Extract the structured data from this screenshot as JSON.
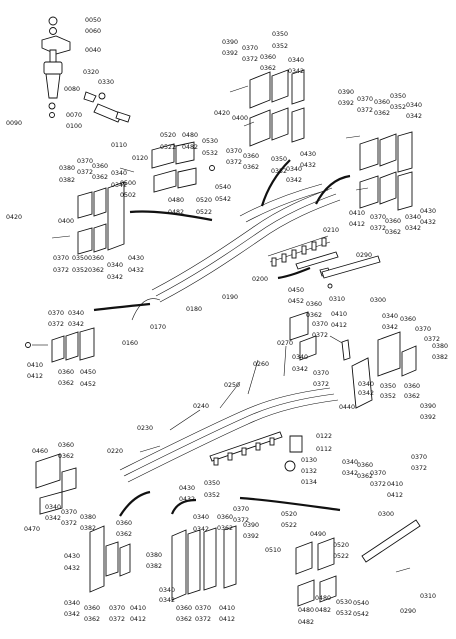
{
  "diagram": {
    "background": "#ffffff",
    "ink": "#111111",
    "labels": [
      {
        "id": "0050",
        "text": "0050"
      },
      {
        "id": "0060",
        "text": "0060"
      },
      {
        "id": "0040",
        "text": "0040"
      },
      {
        "id": "0320",
        "text": "0320"
      },
      {
        "id": "0330",
        "text": "0330"
      },
      {
        "id": "0080",
        "text": "0080"
      },
      {
        "id": "0090",
        "text": "0090"
      },
      {
        "id": "0070",
        "text": "0070"
      },
      {
        "id": "0100",
        "text": "0100"
      },
      {
        "id": "0110",
        "text": "0110"
      },
      {
        "id": "0120",
        "text": "0120"
      },
      {
        "id": "0390a",
        "text": "0390"
      },
      {
        "id": "0392a",
        "text": "0392"
      },
      {
        "id": "0370a",
        "text": "0370"
      },
      {
        "id": "0372a",
        "text": "0372"
      },
      {
        "id": "0350a",
        "text": "0350"
      },
      {
        "id": "0352a",
        "text": "0352"
      },
      {
        "id": "0360a",
        "text": "0360"
      },
      {
        "id": "0362a",
        "text": "0362"
      },
      {
        "id": "0340a",
        "text": "0340"
      },
      {
        "id": "0342a",
        "text": "0342"
      },
      {
        "id": "0420a",
        "text": "0420"
      },
      {
        "id": "0400a",
        "text": "0400"
      },
      {
        "id": "0370b",
        "text": "0370"
      },
      {
        "id": "0372b",
        "text": "0372"
      },
      {
        "id": "0360b",
        "text": "0360"
      },
      {
        "id": "0362b",
        "text": "0362"
      },
      {
        "id": "0350b",
        "text": "0350"
      },
      {
        "id": "0352b",
        "text": "0352"
      },
      {
        "id": "0340b",
        "text": "0340"
      },
      {
        "id": "0342b",
        "text": "0342"
      },
      {
        "id": "0430a",
        "text": "0430"
      },
      {
        "id": "0432a",
        "text": "0432"
      },
      {
        "id": "0390b",
        "text": "0390"
      },
      {
        "id": "0392b",
        "text": "0392"
      },
      {
        "id": "0370c",
        "text": "0370"
      },
      {
        "id": "0372c",
        "text": "0372"
      },
      {
        "id": "0360c",
        "text": "0360"
      },
      {
        "id": "0362c",
        "text": "0362"
      },
      {
        "id": "0350c",
        "text": "0350"
      },
      {
        "id": "0352c",
        "text": "0352"
      },
      {
        "id": "0340c",
        "text": "0340"
      },
      {
        "id": "0342c",
        "text": "0342"
      },
      {
        "id": "0410a",
        "text": "0410"
      },
      {
        "id": "0412a",
        "text": "0412"
      },
      {
        "id": "0370d",
        "text": "0370"
      },
      {
        "id": "0372d",
        "text": "0372"
      },
      {
        "id": "0360d",
        "text": "0360"
      },
      {
        "id": "0362d",
        "text": "0362"
      },
      {
        "id": "0340d",
        "text": "0340"
      },
      {
        "id": "0342d",
        "text": "0342"
      },
      {
        "id": "0430b",
        "text": "0430"
      },
      {
        "id": "0432b",
        "text": "0432"
      },
      {
        "id": "0520a",
        "text": "0520"
      },
      {
        "id": "0522a",
        "text": "0522"
      },
      {
        "id": "0480a",
        "text": "0480"
      },
      {
        "id": "0482a",
        "text": "0482"
      },
      {
        "id": "0530a",
        "text": "0530"
      },
      {
        "id": "0532a",
        "text": "0532"
      },
      {
        "id": "0500",
        "text": "0500"
      },
      {
        "id": "0502",
        "text": "0502"
      },
      {
        "id": "0540a",
        "text": "0540"
      },
      {
        "id": "0542a",
        "text": "0542"
      },
      {
        "id": "0480b",
        "text": "0480"
      },
      {
        "id": "0482b",
        "text": "0482"
      },
      {
        "id": "0520b",
        "text": "0520"
      },
      {
        "id": "0522b",
        "text": "0522"
      },
      {
        "id": "0380a",
        "text": "0380"
      },
      {
        "id": "0382a",
        "text": "0382"
      },
      {
        "id": "0370e",
        "text": "0370"
      },
      {
        "id": "0372e",
        "text": "0372"
      },
      {
        "id": "0360e",
        "text": "0360"
      },
      {
        "id": "0362e",
        "text": "0362"
      },
      {
        "id": "0340e",
        "text": "0340"
      },
      {
        "id": "0342e",
        "text": "0342"
      },
      {
        "id": "0420b",
        "text": "0420"
      },
      {
        "id": "0400b",
        "text": "0400"
      },
      {
        "id": "0370f",
        "text": "0370"
      },
      {
        "id": "0372f",
        "text": "0372"
      },
      {
        "id": "0350d",
        "text": "0350"
      },
      {
        "id": "0352d",
        "text": "0352"
      },
      {
        "id": "0360f",
        "text": "0360"
      },
      {
        "id": "0362f",
        "text": "0362"
      },
      {
        "id": "0340f",
        "text": "0340"
      },
      {
        "id": "0342f",
        "text": "0342"
      },
      {
        "id": "0430c",
        "text": "0430"
      },
      {
        "id": "0432c",
        "text": "0432"
      },
      {
        "id": "0210",
        "text": "0210"
      },
      {
        "id": "0200",
        "text": "0200"
      },
      {
        "id": "0290a",
        "text": "0290"
      },
      {
        "id": "0310a",
        "text": "0310"
      },
      {
        "id": "0300a",
        "text": "0300"
      },
      {
        "id": "0190",
        "text": "0190"
      },
      {
        "id": "0180",
        "text": "0180"
      },
      {
        "id": "0170",
        "text": "0170"
      },
      {
        "id": "0160",
        "text": "0160"
      },
      {
        "id": "0370g",
        "text": "0370"
      },
      {
        "id": "0372g",
        "text": "0372"
      },
      {
        "id": "0340g",
        "text": "0340"
      },
      {
        "id": "0342g",
        "text": "0342"
      },
      {
        "id": "0410b",
        "text": "0410"
      },
      {
        "id": "0412b",
        "text": "0412"
      },
      {
        "id": "0360g",
        "text": "0360"
      },
      {
        "id": "0362g",
        "text": "0362"
      },
      {
        "id": "0450a",
        "text": "0450"
      },
      {
        "id": "0452a",
        "text": "0452"
      },
      {
        "id": "0450b",
        "text": "0450"
      },
      {
        "id": "0452b",
        "text": "0452"
      },
      {
        "id": "0360h",
        "text": "0360"
      },
      {
        "id": "0362h",
        "text": "0362"
      },
      {
        "id": "0370h",
        "text": "0370"
      },
      {
        "id": "0372h",
        "text": "0372"
      },
      {
        "id": "0410c",
        "text": "0410"
      },
      {
        "id": "0412c",
        "text": "0412"
      },
      {
        "id": "0340h",
        "text": "0340"
      },
      {
        "id": "0342h",
        "text": "0342"
      },
      {
        "id": "0370i",
        "text": "0370"
      },
      {
        "id": "0372i",
        "text": "0372"
      },
      {
        "id": "0270",
        "text": "0270"
      },
      {
        "id": "0260",
        "text": "0260"
      },
      {
        "id": "0250",
        "text": "0250"
      },
      {
        "id": "0240",
        "text": "0240"
      },
      {
        "id": "0230",
        "text": "0230"
      },
      {
        "id": "0220",
        "text": "0220"
      },
      {
        "id": "0340i",
        "text": "0340"
      },
      {
        "id": "0342i",
        "text": "0342"
      },
      {
        "id": "0360i",
        "text": "0360"
      },
      {
        "id": "0370j",
        "text": "0370"
      },
      {
        "id": "0372j",
        "text": "0372"
      },
      {
        "id": "0380b",
        "text": "0380"
      },
      {
        "id": "0382b",
        "text": "0382"
      },
      {
        "id": "0440",
        "text": "0440"
      },
      {
        "id": "0340j",
        "text": "0340"
      },
      {
        "id": "0342j",
        "text": "0342"
      },
      {
        "id": "0350e",
        "text": "0350"
      },
      {
        "id": "0352e",
        "text": "0352"
      },
      {
        "id": "0360j",
        "text": "0360"
      },
      {
        "id": "0362j",
        "text": "0362"
      },
      {
        "id": "0390c",
        "text": "0390"
      },
      {
        "id": "0392c",
        "text": "0392"
      },
      {
        "id": "0340k",
        "text": "0340"
      },
      {
        "id": "0342k",
        "text": "0342"
      },
      {
        "id": "0360k",
        "text": "0360"
      },
      {
        "id": "0362k",
        "text": "0362"
      },
      {
        "id": "0370k",
        "text": "0370"
      },
      {
        "id": "0372k",
        "text": "0372"
      },
      {
        "id": "0410d",
        "text": "0410"
      },
      {
        "id": "0412d",
        "text": "0412"
      },
      {
        "id": "0370l",
        "text": "0370"
      },
      {
        "id": "0372l",
        "text": "0372"
      },
      {
        "id": "0122",
        "text": "0122"
      },
      {
        "id": "0112",
        "text": "0112"
      },
      {
        "id": "0130",
        "text": "0130"
      },
      {
        "id": "0132",
        "text": "0132"
      },
      {
        "id": "0134",
        "text": "0134"
      },
      {
        "id": "0460",
        "text": "0460"
      },
      {
        "id": "0360l",
        "text": "0360"
      },
      {
        "id": "0362l",
        "text": "0362"
      },
      {
        "id": "0470",
        "text": "0470"
      },
      {
        "id": "0340l",
        "text": "0340"
      },
      {
        "id": "0342l",
        "text": "0342"
      },
      {
        "id": "0370m",
        "text": "0370"
      },
      {
        "id": "0372m",
        "text": "0372"
      },
      {
        "id": "0380c",
        "text": "0380"
      },
      {
        "id": "0382c",
        "text": "0382"
      },
      {
        "id": "0360m",
        "text": "0360"
      },
      {
        "id": "0362m",
        "text": "0362"
      },
      {
        "id": "0430d",
        "text": "0430"
      },
      {
        "id": "0432d",
        "text": "0432"
      },
      {
        "id": "0350f",
        "text": "0350"
      },
      {
        "id": "0352f",
        "text": "0352"
      },
      {
        "id": "0340m",
        "text": "0340"
      },
      {
        "id": "0342m",
        "text": "0342"
      },
      {
        "id": "0360n",
        "text": "0360"
      },
      {
        "id": "0362n",
        "text": "0362"
      },
      {
        "id": "0370n",
        "text": "0370"
      },
      {
        "id": "0372n",
        "text": "0372"
      },
      {
        "id": "0390d",
        "text": "0390"
      },
      {
        "id": "0392d",
        "text": "0392"
      },
      {
        "id": "0430e",
        "text": "0430"
      },
      {
        "id": "0432e",
        "text": "0432"
      },
      {
        "id": "0340n",
        "text": "0340"
      },
      {
        "id": "0342n",
        "text": "0342"
      },
      {
        "id": "0360o",
        "text": "0360"
      },
      {
        "id": "0362o",
        "text": "0362"
      },
      {
        "id": "0370o",
        "text": "0370"
      },
      {
        "id": "0372o",
        "text": "0372"
      },
      {
        "id": "0380d",
        "text": "0380"
      },
      {
        "id": "0382d",
        "text": "0382"
      },
      {
        "id": "0340o",
        "text": "0340"
      },
      {
        "id": "0342o",
        "text": "0342"
      },
      {
        "id": "0410e",
        "text": "0410"
      },
      {
        "id": "0412e",
        "text": "0412"
      },
      {
        "id": "0360p",
        "text": "0360"
      },
      {
        "id": "0362p",
        "text": "0362"
      },
      {
        "id": "0370p",
        "text": "0370"
      },
      {
        "id": "0372p",
        "text": "0372"
      },
      {
        "id": "0410f",
        "text": "0410"
      },
      {
        "id": "0412f",
        "text": "0412"
      },
      {
        "id": "0520c",
        "text": "0520"
      },
      {
        "id": "0522c",
        "text": "0522"
      },
      {
        "id": "0510",
        "text": "0510"
      },
      {
        "id": "0490",
        "text": "0490"
      },
      {
        "id": "0480c",
        "text": "0480"
      },
      {
        "id": "0482c",
        "text": "0482"
      },
      {
        "id": "0520d",
        "text": "0520"
      },
      {
        "id": "0522d",
        "text": "0522"
      },
      {
        "id": "0480d",
        "text": "0480"
      },
      {
        "id": "0482d",
        "text": "0482"
      },
      {
        "id": "0530b",
        "text": "0530"
      },
      {
        "id": "0532b",
        "text": "0532"
      },
      {
        "id": "0540b",
        "text": "0540"
      },
      {
        "id": "0542b",
        "text": "0542"
      },
      {
        "id": "0300b",
        "text": "0300"
      },
      {
        "id": "0290b",
        "text": "0290"
      },
      {
        "id": "0310b",
        "text": "0310"
      }
    ]
  }
}
